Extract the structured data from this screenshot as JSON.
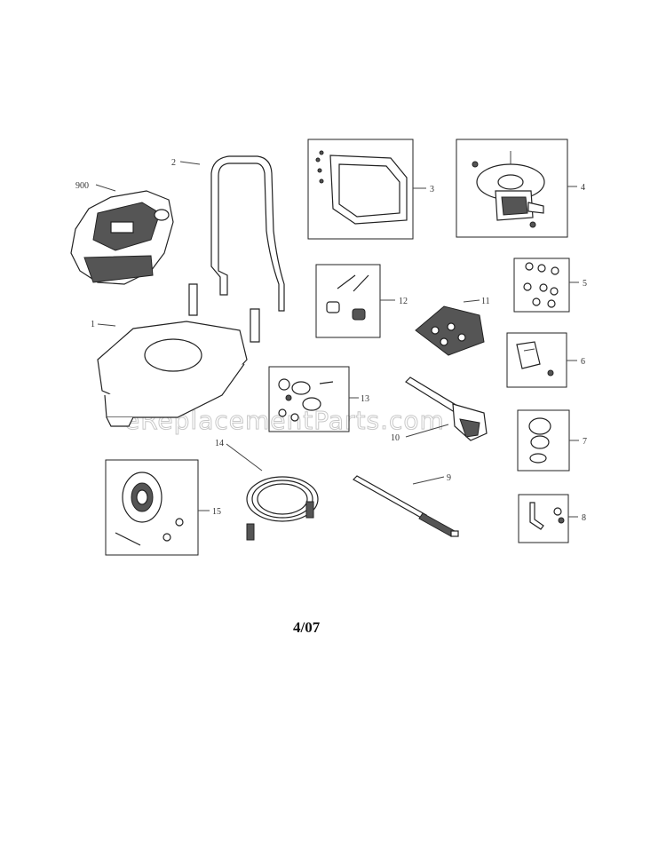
{
  "watermark": "eReplacementParts.com",
  "date_code": "4/07",
  "callouts": {
    "c900": "900",
    "c1": "1",
    "c2": "2",
    "c3": "3",
    "c4": "4",
    "c5": "5",
    "c6": "6",
    "c7": "7",
    "c8": "8",
    "c9": "9",
    "c10": "10",
    "c11": "11",
    "c12": "12",
    "c13": "13",
    "c14": "14",
    "c15": "15"
  }
}
